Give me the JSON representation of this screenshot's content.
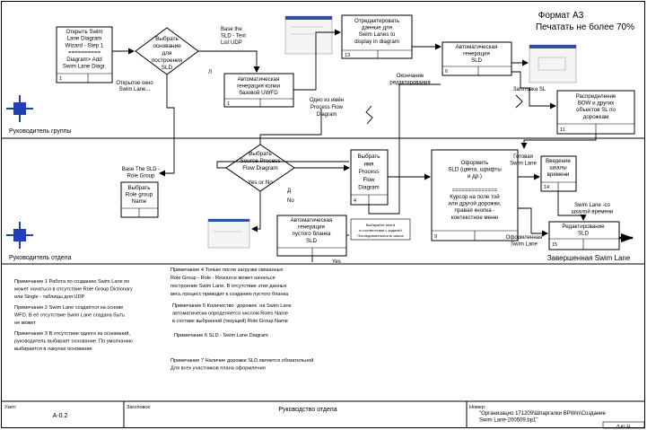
{
  "header": {
    "format_title": "Формат А3",
    "print_note": "Печатать не более 70%"
  },
  "lanes": {
    "group_head": "Руководитель группы",
    "dept_head": "Руководитель отдела"
  },
  "nodes": {
    "b1_lines": [
      "Открыть Swim",
      "Lane Diagram",
      "Wizard - Step 1",
      "==========",
      "Diagram> Add",
      "Swim Lane Diagr."
    ],
    "b1_num": "1",
    "d1_lines": [
      "Выбрать",
      "основание",
      "для",
      "построения",
      "SLD"
    ],
    "d1_letter": "Л",
    "b_gen_basic_lines": [
      "Автоматическая",
      "генерация копии",
      "базовой UWFD"
    ],
    "b_gen_basic_num": "1",
    "b_edit_lines": [
      "Отредактировать",
      "данные для",
      "Swim Lanes to",
      "display in diagram"
    ],
    "b_edit_num": "13",
    "b_gen_sld_lines": [
      "Автоматическая",
      "генерация",
      "SLD"
    ],
    "b_gen_sld_num": "6",
    "b_dist_lines": [
      "Распределение",
      "ВОW и других",
      "объектов SL по",
      "дорожкам"
    ],
    "b_dist_num": "11",
    "b_role_lines": [
      "Выбрать",
      "Role group",
      "Name"
    ],
    "d2_lines": [
      "Выбрать",
      "Source Process",
      "Flow Diagram",
      "",
      "Yes or No"
    ],
    "b_pfd_lines": [
      "Выбрать",
      "имя",
      "Process",
      "Flow",
      "Diagram"
    ],
    "b_pfd_num": "4",
    "b_auto_empty_lines": [
      "Автоматическая",
      "генерация",
      "пустого бланка",
      "SLD"
    ],
    "b_format_lines": [
      "Оформить",
      "SLD (цвета, шрифты",
      "и др.)",
      "",
      "==============",
      "Курсор на поле той",
      "или другой дорожки,",
      "правая кнопка -",
      "контекстное меню"
    ],
    "b_format_num": "9",
    "b_scale_lines": [
      "Введение",
      "шкалы",
      "времени"
    ],
    "b_scale_num": "14",
    "b_final_lines": [
      "Редактирование",
      "SLD"
    ],
    "b_final_num": "15"
  },
  "labels": {
    "opened_window": [
      "Открытое окно",
      "Swim Lane..."
    ],
    "base_sld_text": [
      "Base the",
      "SLD - Text",
      "List UDP"
    ],
    "one_of_pfd": [
      "Одно из имён",
      "Process Flow",
      "Diagram"
    ],
    "end_editing": [
      "Окончание",
      "редактирования"
    ],
    "draft_sl": "Заготовка SL",
    "ready_sl": [
      "Готовая",
      "Swim Lane"
    ],
    "base_sld_role": [
      "Base The SLD -",
      "Role Group"
    ],
    "d_letter": "Д",
    "no": "No",
    "yes": "Yes",
    "styled_sl": [
      "Оформленная",
      "Swim Lane"
    ],
    "sl_with_scale": [
      "Swim Lane -со",
      "шкалой времени"
    ],
    "completed_sl": "Завершенная Swim Lane",
    "mini_note_1": "Выбирайте имя в",
    "mini_note_2": "в соответствии с задачей",
    "mini_note_3": "Последовательность шагов"
  },
  "notes": {
    "n1": [
      "Примечание 1  Работа по созданию Swim Lane по",
      "может начаться в отсутствие Role Group Dictionary",
      "или Single - таблицы для UDP"
    ],
    "n2": [
      "Примечание 2  Swim Lane создаётся на основе",
      "WFD. В её отсутствие Swim Lane создана быть",
      "не может"
    ],
    "n3": [
      "Примечание 3  В отсутствие одного из оснований,",
      "руководитель выбирает основание. По умолчанию",
      "выбирается в лакунах основание"
    ],
    "n4": [
      "Примечание 4  Только после загрузки связанных",
      "Role Group - Role - Resource может начаться",
      "построение Swim Lane. В отсутствие этих данных",
      "весь процесс приводит к созданию пустого бланка"
    ],
    "n5": [
      "Примечание 5  Количество `дорожек` на Swim Lane",
      "автоматически определяется числом Roles Name",
      "в составе выбранной (текущей) Role Group Name"
    ],
    "n6": [
      "Примечание 6  SLD - Swim Lane Diagram"
    ],
    "n7": [
      "Примечание 7  Наличие дорожки SLD является обязательной",
      "Для всех участников плана оформления"
    ]
  },
  "footer": {
    "node_label": "Узел:",
    "node_value": "А-0.2",
    "title_label": "Заголовок:",
    "title_value": "Руководство отдела",
    "number_label": "Номер:",
    "number_lines": [
      "\"Организацио 171209\\Шпаргалки BPWin\\Создание",
      "Swim Lane-200509.bp1\""
    ],
    "page": "Л.из 11"
  }
}
